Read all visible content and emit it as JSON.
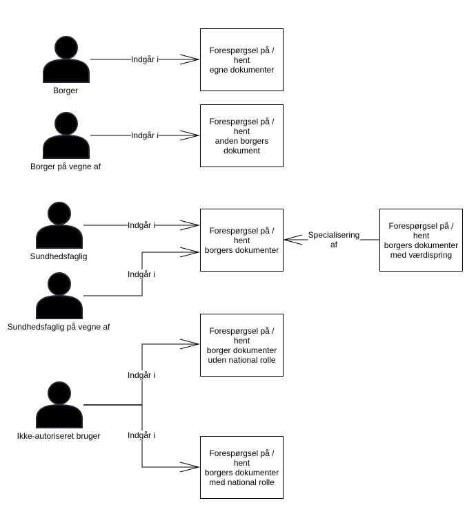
{
  "actors": {
    "borger": "Borger",
    "borger_vegne": "Borger på vegne af",
    "sundhed": "Sundhedsfaglig",
    "sundhed_vegne": "Sundhedsfaglig på vegne af",
    "ikke_auth": "Ikke-autoriseret bruger"
  },
  "boxes": {
    "egne": "Forespørgsel på  /\nhent\negne dokumenter",
    "anden": "Forespørgsel på  /\nhent\nanden borgers\ndokument",
    "borgers": "Forespørgsel på  /\nhent\nborgers dokumenter",
    "vaerdi": "Forespørgsel på /\nhent\nborgers dokumenter\nmed værdispring",
    "uden": "Forespørgsel på /\nhent\nborger dokumenter\nuden national rolle",
    "med": "Forespørgsel på /\nhent\nborgers dokumenter\nmed national rolle"
  },
  "edges": {
    "indgaar": "Indgår i",
    "specialisering": "Specialisering\naf"
  },
  "colors": {
    "stroke": "#000000",
    "actor_fill": "#000000",
    "actor_outline": "#23272f",
    "background": "#ffffff"
  }
}
